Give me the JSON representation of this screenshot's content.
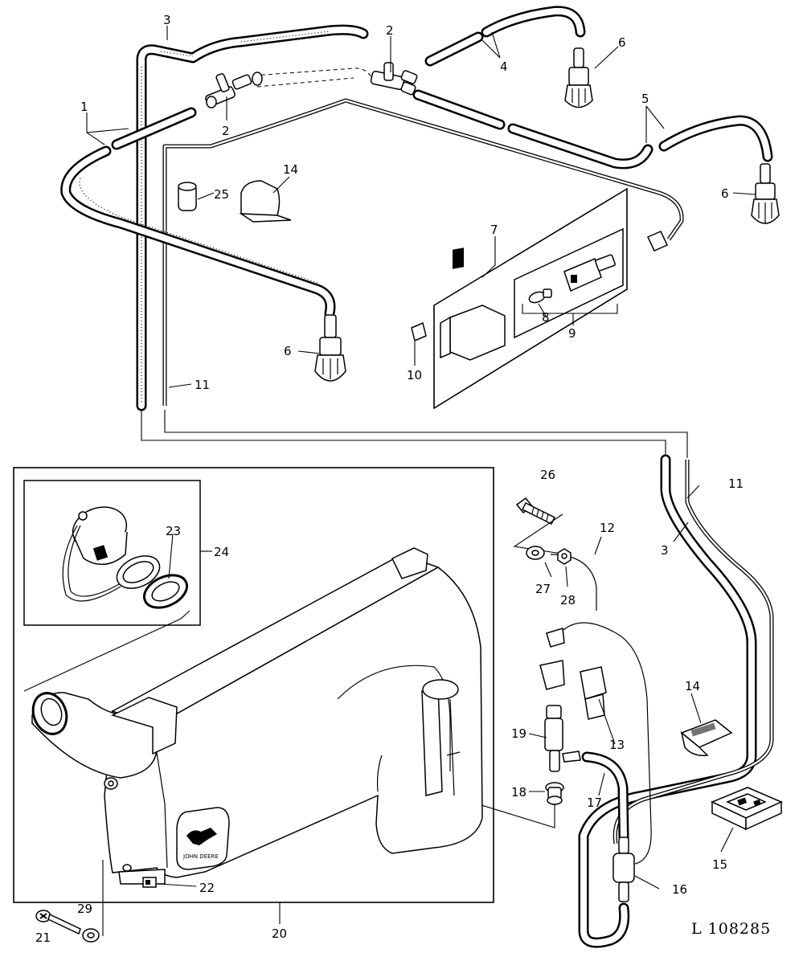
{
  "diagram": {
    "reference": "L 108285",
    "callouts": {
      "c1": "1",
      "c2a": "2",
      "c2b": "2",
      "c3a": "3",
      "c3b": "3",
      "c4": "4",
      "c5": "5",
      "c6a": "6",
      "c6b": "6",
      "c6c": "6",
      "c7": "7",
      "c8": "8",
      "c9": "9",
      "c10": "10",
      "c11a": "11",
      "c11b": "11",
      "c12": "12",
      "c13": "13",
      "c14a": "14",
      "c14b": "14",
      "c15": "15",
      "c16": "16",
      "c17": "17",
      "c18": "18",
      "c19": "19",
      "c20": "20",
      "c21": "21",
      "c22": "22",
      "c23": "23",
      "c24": "24",
      "c25": "25",
      "c26": "26",
      "c27": "27",
      "c28": "28",
      "c29": "29"
    },
    "emblem_text": "JOHN DEERE"
  }
}
